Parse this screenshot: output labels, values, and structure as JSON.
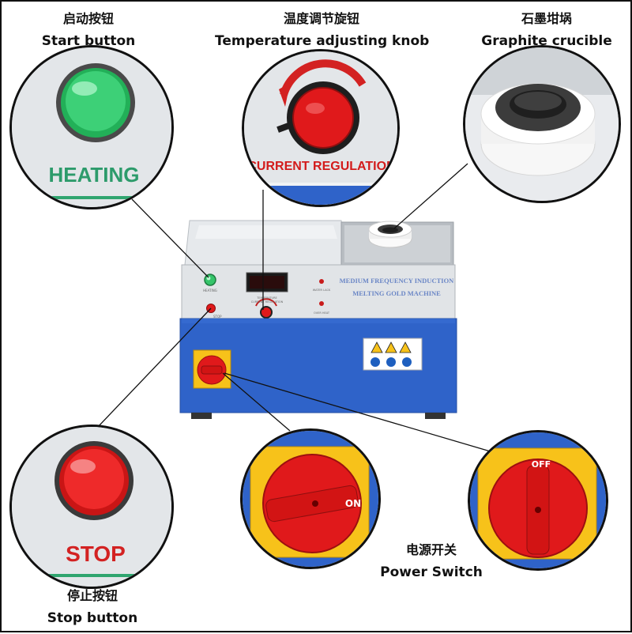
{
  "labels": {
    "start": {
      "zh": "启动按钮",
      "en": "Start button"
    },
    "temp": {
      "zh": "温度调节旋钮",
      "en": "Temperature adjusting knob"
    },
    "crucible": {
      "zh": "石墨坩埚",
      "en": "Graphite crucible"
    },
    "stop": {
      "zh": "停止按钮",
      "en": "Stop button"
    },
    "power": {
      "zh": "电源开关",
      "en": "Power Switch"
    }
  },
  "zoom": {
    "heating": "HEATING",
    "current": "CURRENT REGULATION",
    "stop": "STOP",
    "on": "ON",
    "off": "OFF"
  },
  "machine": {
    "title_line1": "MEDIUM FREQUENCY INDUCTION",
    "title_line2": "MELTING GOLD MACHINE",
    "heating_small": "HEATING",
    "stop_small": "STOP",
    "current_small": "CURRENT REGULATION",
    "temp_small": "TEMPERATURE",
    "water_lack": "WATER LACK",
    "over_heat": "OVER HEAT"
  },
  "colors": {
    "blue": "#2f63c9",
    "green": "#35c46a",
    "red": "#e0191b",
    "yellow": "#f7c21a"
  }
}
